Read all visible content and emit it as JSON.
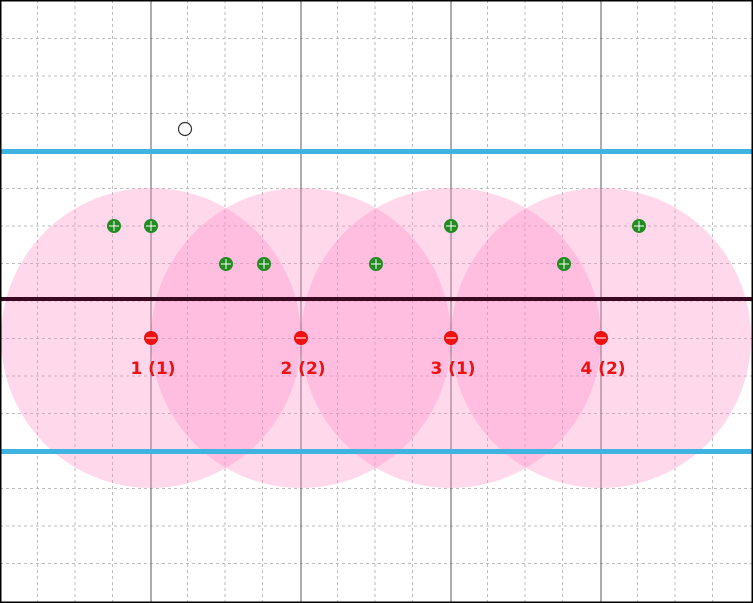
{
  "colors": {
    "background": "#ffffff",
    "minor_grid": "#bdbdbd",
    "major_grid": "#5a5a5a",
    "frame": "#000000",
    "band_line": "#3fb4e0",
    "center_line": "#3a0a22",
    "circle_fill": "#ff8cc8",
    "red_point": "#ee1111",
    "green_point": "#228b22",
    "label": "#ee1111",
    "hollow_marker": "#333333"
  },
  "icons": {
    "red_point": "red-dot-icon",
    "green_point": "green-crosshair-dot-icon",
    "hollow_marker": "hollow-circle-icon"
  },
  "diagram": {
    "coverage_circles": [
      {
        "id": 1
      },
      {
        "id": 2
      },
      {
        "id": 3
      },
      {
        "id": 4
      }
    ],
    "red_points": [
      {
        "id": 1,
        "label": "1 (1)"
      },
      {
        "id": 2,
        "label": "2 (2)"
      },
      {
        "id": 3,
        "label": "3 (1)"
      },
      {
        "id": 4,
        "label": "4 (2)"
      }
    ],
    "green_points": [
      {
        "id": 1
      },
      {
        "id": 2
      },
      {
        "id": 3
      },
      {
        "id": 4
      },
      {
        "id": 5
      },
      {
        "id": 6
      },
      {
        "id": 7
      },
      {
        "id": 8
      }
    ],
    "hollow_marker": {
      "present": true
    }
  }
}
